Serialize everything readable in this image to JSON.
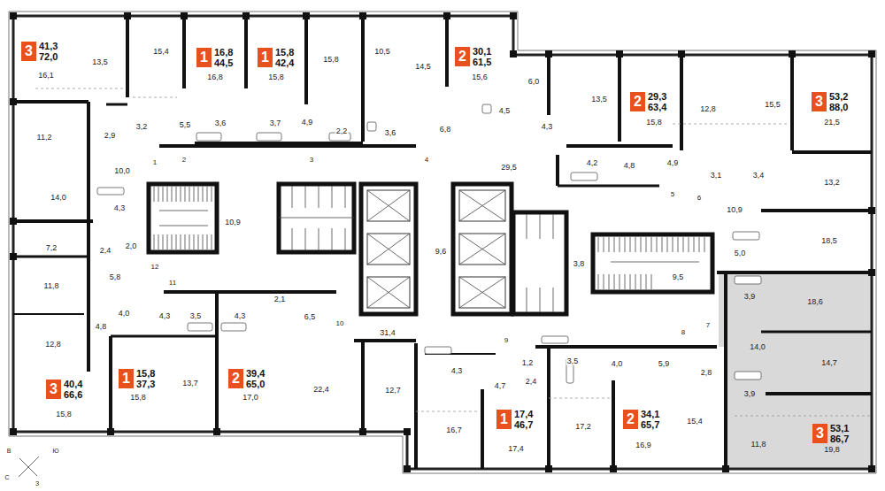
{
  "diagram": {
    "nodes": [
      {
        "text": [
          "3",
          "41,3",
          "72,0"
        ]
      },
      {
        "text": [
          "1",
          "16,8",
          "44,5"
        ]
      },
      {
        "text": [
          "1",
          "15,8",
          "42,4"
        ]
      },
      {
        "text": [
          "2",
          "30,1",
          "61,5"
        ]
      },
      {
        "text": [
          "2",
          "29,3",
          "63,4"
        ]
      },
      {
        "text": [
          "3",
          "53,2",
          "88,0"
        ]
      },
      {
        "text": [
          "3",
          "40,4",
          "66,6"
        ]
      },
      {
        "text": [
          "1",
          "15,8",
          "37,3"
        ]
      },
      {
        "text": [
          "2",
          "39,4",
          "65,0"
        ]
      },
      {
        "text": [
          "1",
          "17,4",
          "46,7"
        ]
      },
      {
        "text": [
          "2",
          "34,1",
          "65,7"
        ]
      },
      {
        "text": [
          "3",
          "53,1",
          "86,7"
        ]
      }
    ],
    "labels": [
      "16,1",
      "13,5",
      "15,4",
      "16,8",
      "15,8",
      "15,8",
      "10,5",
      "14,5",
      "15,6",
      "6,0",
      "13,5",
      "12,8",
      "15,5",
      "15,8",
      "21,5",
      "11,2",
      "2,9",
      "3,2",
      "5,5",
      "3,6",
      "3,7",
      "4,9",
      "2,2",
      "3,6",
      "6,8",
      "4,5",
      "4,3",
      "4,2",
      "4,8",
      "4,9",
      "3,1",
      "3,4",
      "13,2",
      "29,5",
      "10,0",
      "14,0",
      "4,3",
      "10,9",
      "10,9",
      "7,2",
      "2,4",
      "2,0",
      "9,6",
      "3,8",
      "18,5",
      "5,0",
      "9,5",
      "11,8",
      "5,8",
      "4,0",
      "4,3",
      "3,5",
      "4,3",
      "2,1",
      "6,5",
      "3,9",
      "18,6",
      "4,8",
      "31,4",
      "12,8",
      "14,0",
      "14,7",
      "4,3",
      "1,2",
      "3,5",
      "4,0",
      "5,9",
      "2,4",
      "4,7",
      "2,8",
      "13,7",
      "22,4",
      "12,7",
      "3,9",
      "15,8",
      "17,0",
      "15,8",
      "16,7",
      "17,2",
      "15,4",
      "16,9",
      "17,4",
      "11,8",
      "19,8",
      "1",
      "2",
      "3",
      "4",
      "5",
      "6",
      "7",
      "8",
      "9",
      "10",
      "11",
      "12",
      "В",
      "Ю",
      "С",
      "З"
    ]
  }
}
